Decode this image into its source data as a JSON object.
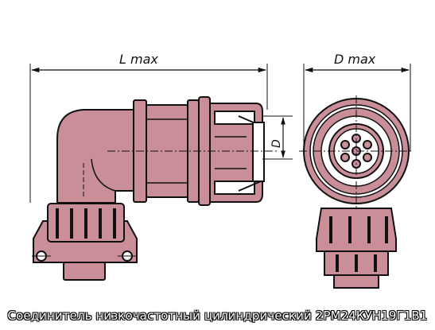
{
  "dimensions": {
    "length_label": "L max",
    "diameter_label": "D max",
    "thread_label": "D"
  },
  "caption": "Соединитель низкочастотный цилиндрический 2РМ24КУН19Г1В1",
  "colors": {
    "body": "#c98e98",
    "body_dark": "#8a4e5a",
    "outline": "#111111",
    "background": "#ffffff"
  }
}
